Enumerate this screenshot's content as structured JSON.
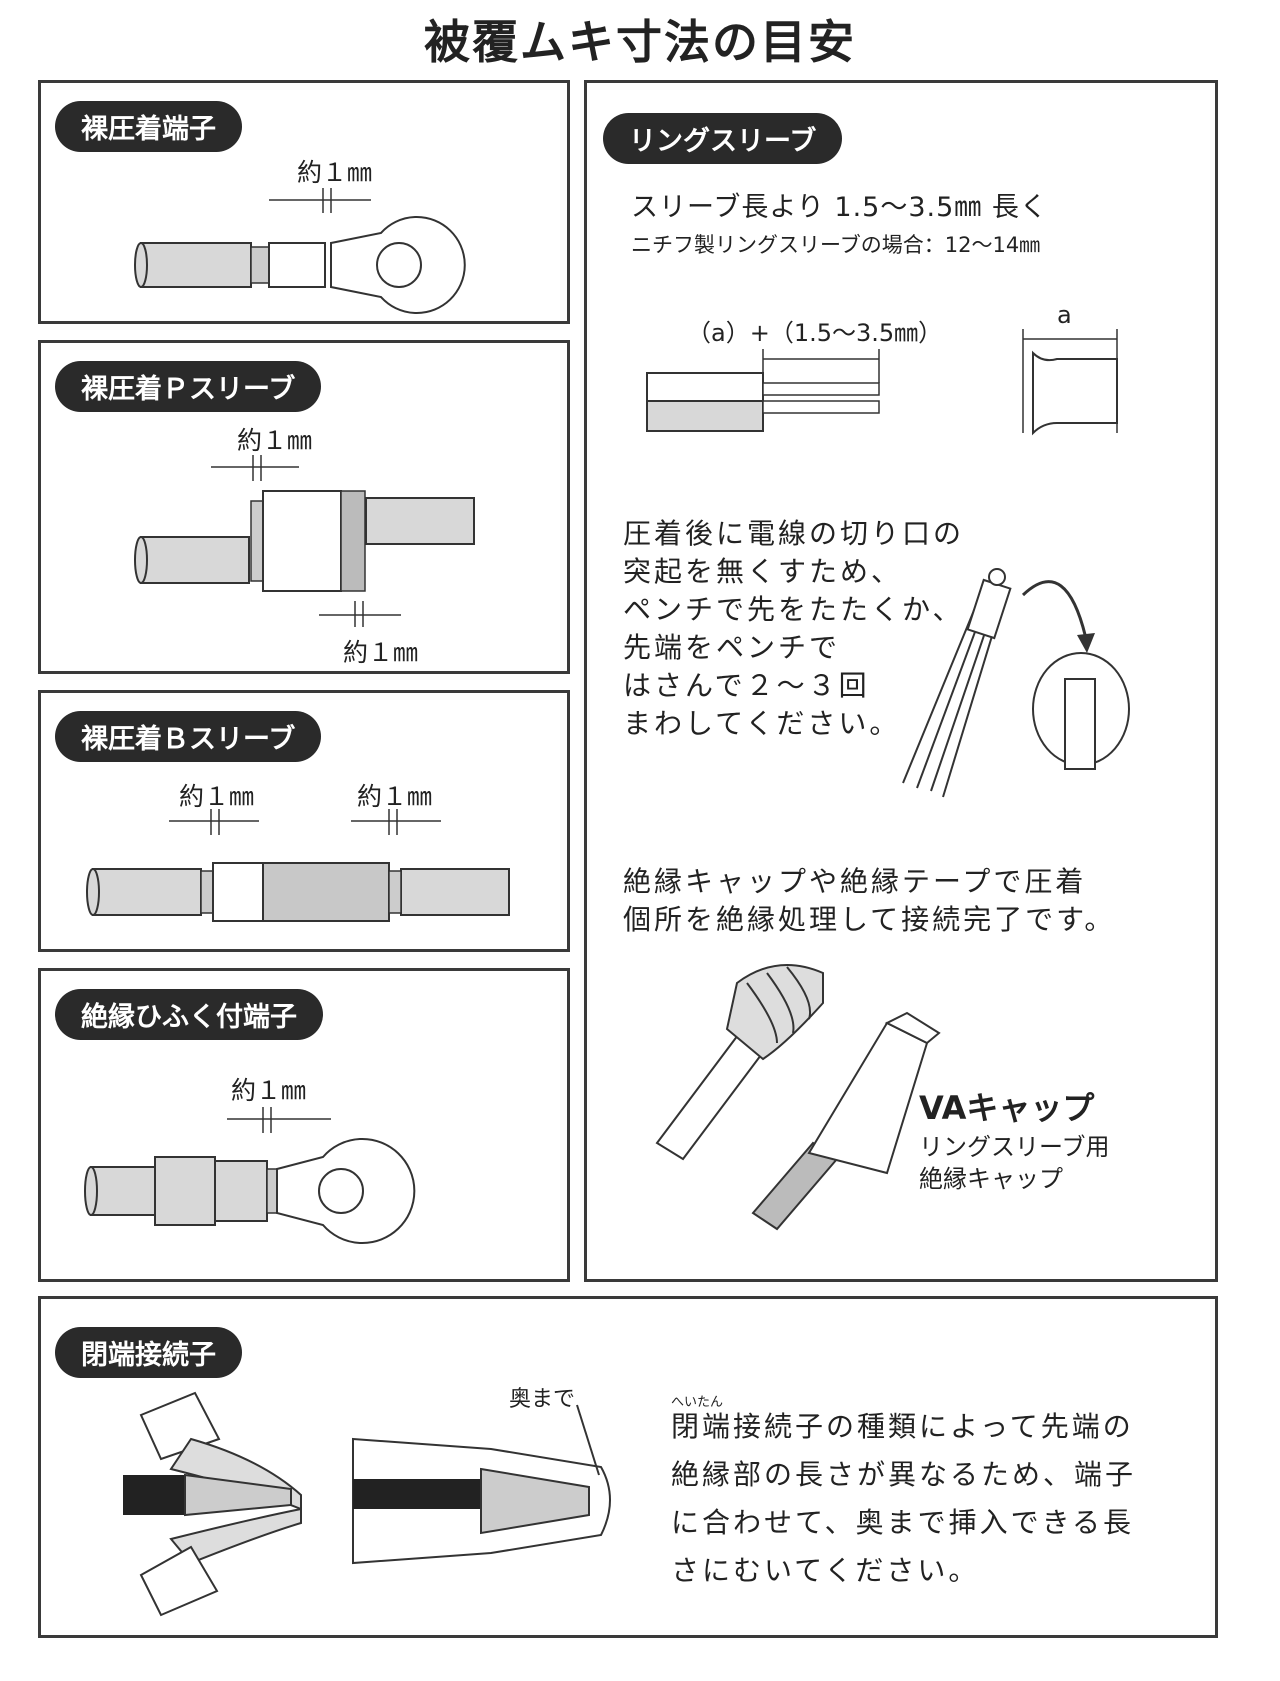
{
  "title": "被覆ムキ寸法の目安",
  "panels": {
    "bare_terminal": {
      "label": "裸圧着端子",
      "dim": "約１㎜"
    },
    "p_sleeve": {
      "label": "裸圧着Ｐスリーブ",
      "dim_top": "約１㎜",
      "dim_bottom": "約１㎜"
    },
    "b_sleeve": {
      "label": "裸圧着Ｂスリーブ",
      "dim_left": "約１㎜",
      "dim_right": "約１㎜"
    },
    "insulated_terminal": {
      "label": "絶縁ひふく付端子",
      "dim": "約１㎜"
    },
    "ring_sleeve": {
      "label": "リングスリーブ",
      "line1": "スリーブ長より 1.5〜3.5㎜ 長く",
      "line2": "ニチフ製リングスリーブの場合：12〜14㎜",
      "formula": "（a）+（1.5〜3.5㎜）",
      "a_label": "a",
      "instruction": "圧着後に電線の切り口の\n突起を無くすため、\nペンチで先をたたくか、\n先端をペンチで\nはさんで２〜３回\nまわしてください。",
      "insulate": "絶縁キャップや絶縁テープで圧着\n個所を絶縁処理して接続完了です。",
      "cap_name": "VAキャップ",
      "cap_desc1": "リングスリーブ用",
      "cap_desc2": "絶縁キャップ"
    },
    "closed_end": {
      "label": "閉端接続子",
      "okumade": "奥まで",
      "ruby": "へいたん",
      "text": "閉端接続子の種類によって先端の\n絶縁部の長さが異なるため、端子\nに合わせて、奥まで挿入できる長\nさにむいてください。"
    }
  }
}
